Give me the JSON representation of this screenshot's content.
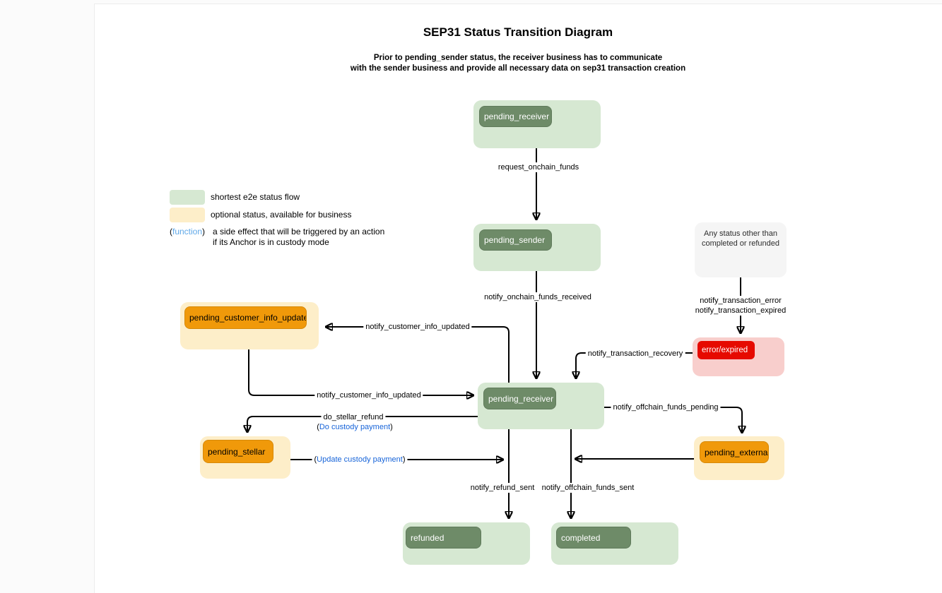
{
  "header": {
    "title": "SEP31 Status Transition Diagram",
    "subtitle_line1": "Prior to pending_sender status, the receiver business has to communicate",
    "subtitle_line2": "with the sender business and provide all necessary data on sep31 transaction creation"
  },
  "legend": {
    "green_label": "shortest e2e status flow",
    "yellow_label": "optional status, available for business",
    "function_paren_open": "(",
    "function_word": "function",
    "function_paren_close": ")",
    "function_desc_line1": "a side effect that will be triggered by an action",
    "function_desc_line2": "if its Anchor is in custody mode"
  },
  "nodes": {
    "pending_receiver_top": {
      "label": "pending_receiver"
    },
    "pending_sender": {
      "label": "pending_sender"
    },
    "any_status": {
      "line1": "Any status other than",
      "line2": "completed or refunded"
    },
    "pending_customer_info_update": {
      "label": "pending_customer_info_update"
    },
    "error_expired": {
      "label": "error/expired"
    },
    "pending_receiver_mid": {
      "label": "pending_receiver"
    },
    "pending_stellar": {
      "label": "pending_stellar"
    },
    "pending_external": {
      "label": "pending_external"
    },
    "refunded": {
      "label": "refunded"
    },
    "completed": {
      "label": "completed"
    }
  },
  "edges": {
    "request_onchain_funds": {
      "label": "request_onchain_funds"
    },
    "notify_onchain_funds_received": {
      "label": "notify_onchain_funds_received"
    },
    "notify_transaction_error": {
      "label": "notify_transaction_error"
    },
    "notify_transaction_expired": {
      "label": "notify_transaction_expired"
    },
    "notify_transaction_recovery": {
      "label": "notify_transaction_recovery"
    },
    "notify_customer_info_updated_out": {
      "label": "notify_customer_info_updated"
    },
    "notify_customer_info_updated_in": {
      "label": "notify_customer_info_updated"
    },
    "do_stellar_refund": {
      "label": "do_stellar_refund",
      "sublabel_open": "(",
      "sublabel": "Do custody payment",
      "sublabel_close": ")"
    },
    "update_custody_payment": {
      "label_open": "(",
      "label": "Update custody payment",
      "label_close": ")"
    },
    "notify_offchain_funds_pending": {
      "label": "notify_offchain_funds_pending"
    },
    "notify_refund_sent": {
      "label": "notify_refund_sent"
    },
    "notify_offchain_funds_sent": {
      "label": "notify_offchain_funds_sent"
    }
  },
  "colors": {
    "flow_green_bg": "#d6e8d2",
    "flow_green_badge": "#6e8b68",
    "optional_yellow_bg": "#fdeec9",
    "optional_orange_badge": "#f0990a",
    "error_pink_bg": "#f8cecc",
    "error_red_badge": "#e60a00",
    "neutral_gray_bg": "#f5f5f5",
    "custody_blue": "#1764d9",
    "function_blue": "#5fa8e8",
    "edge_color": "#000000"
  }
}
